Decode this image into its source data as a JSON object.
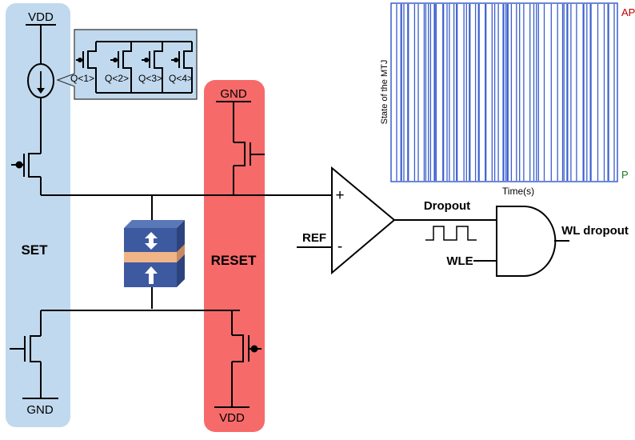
{
  "labels": {
    "vdd_top": "VDD",
    "gnd_bottom_left": "GND",
    "gnd_top_reset": "GND",
    "vdd_bottom_reset": "VDD",
    "set": "SET",
    "reset": "RESET",
    "q1": "Q<1>",
    "q2": "Q<2>",
    "q3": "Q<3>",
    "q4": "Q<4>",
    "plus": "+",
    "minus": "-",
    "ref": "REF",
    "dropout": "Dropout",
    "wle": "WLE",
    "wl_dropout": "WL dropout"
  },
  "inset_plot": {
    "ylabel": "State of the MTJ",
    "xlabel": "Time(s)",
    "top_state": "AP",
    "bottom_state": "P",
    "top_state_color": "#c00000",
    "bottom_state_color": "#1e7a1e",
    "trace_color": "#3a5fcd"
  },
  "colors": {
    "set_band": "#c1d9ee",
    "reset_band": "#f76a6a",
    "mtj_layer": "#3d5aa0",
    "mtj_barrier": "#f0b487",
    "wire": "#000000"
  }
}
